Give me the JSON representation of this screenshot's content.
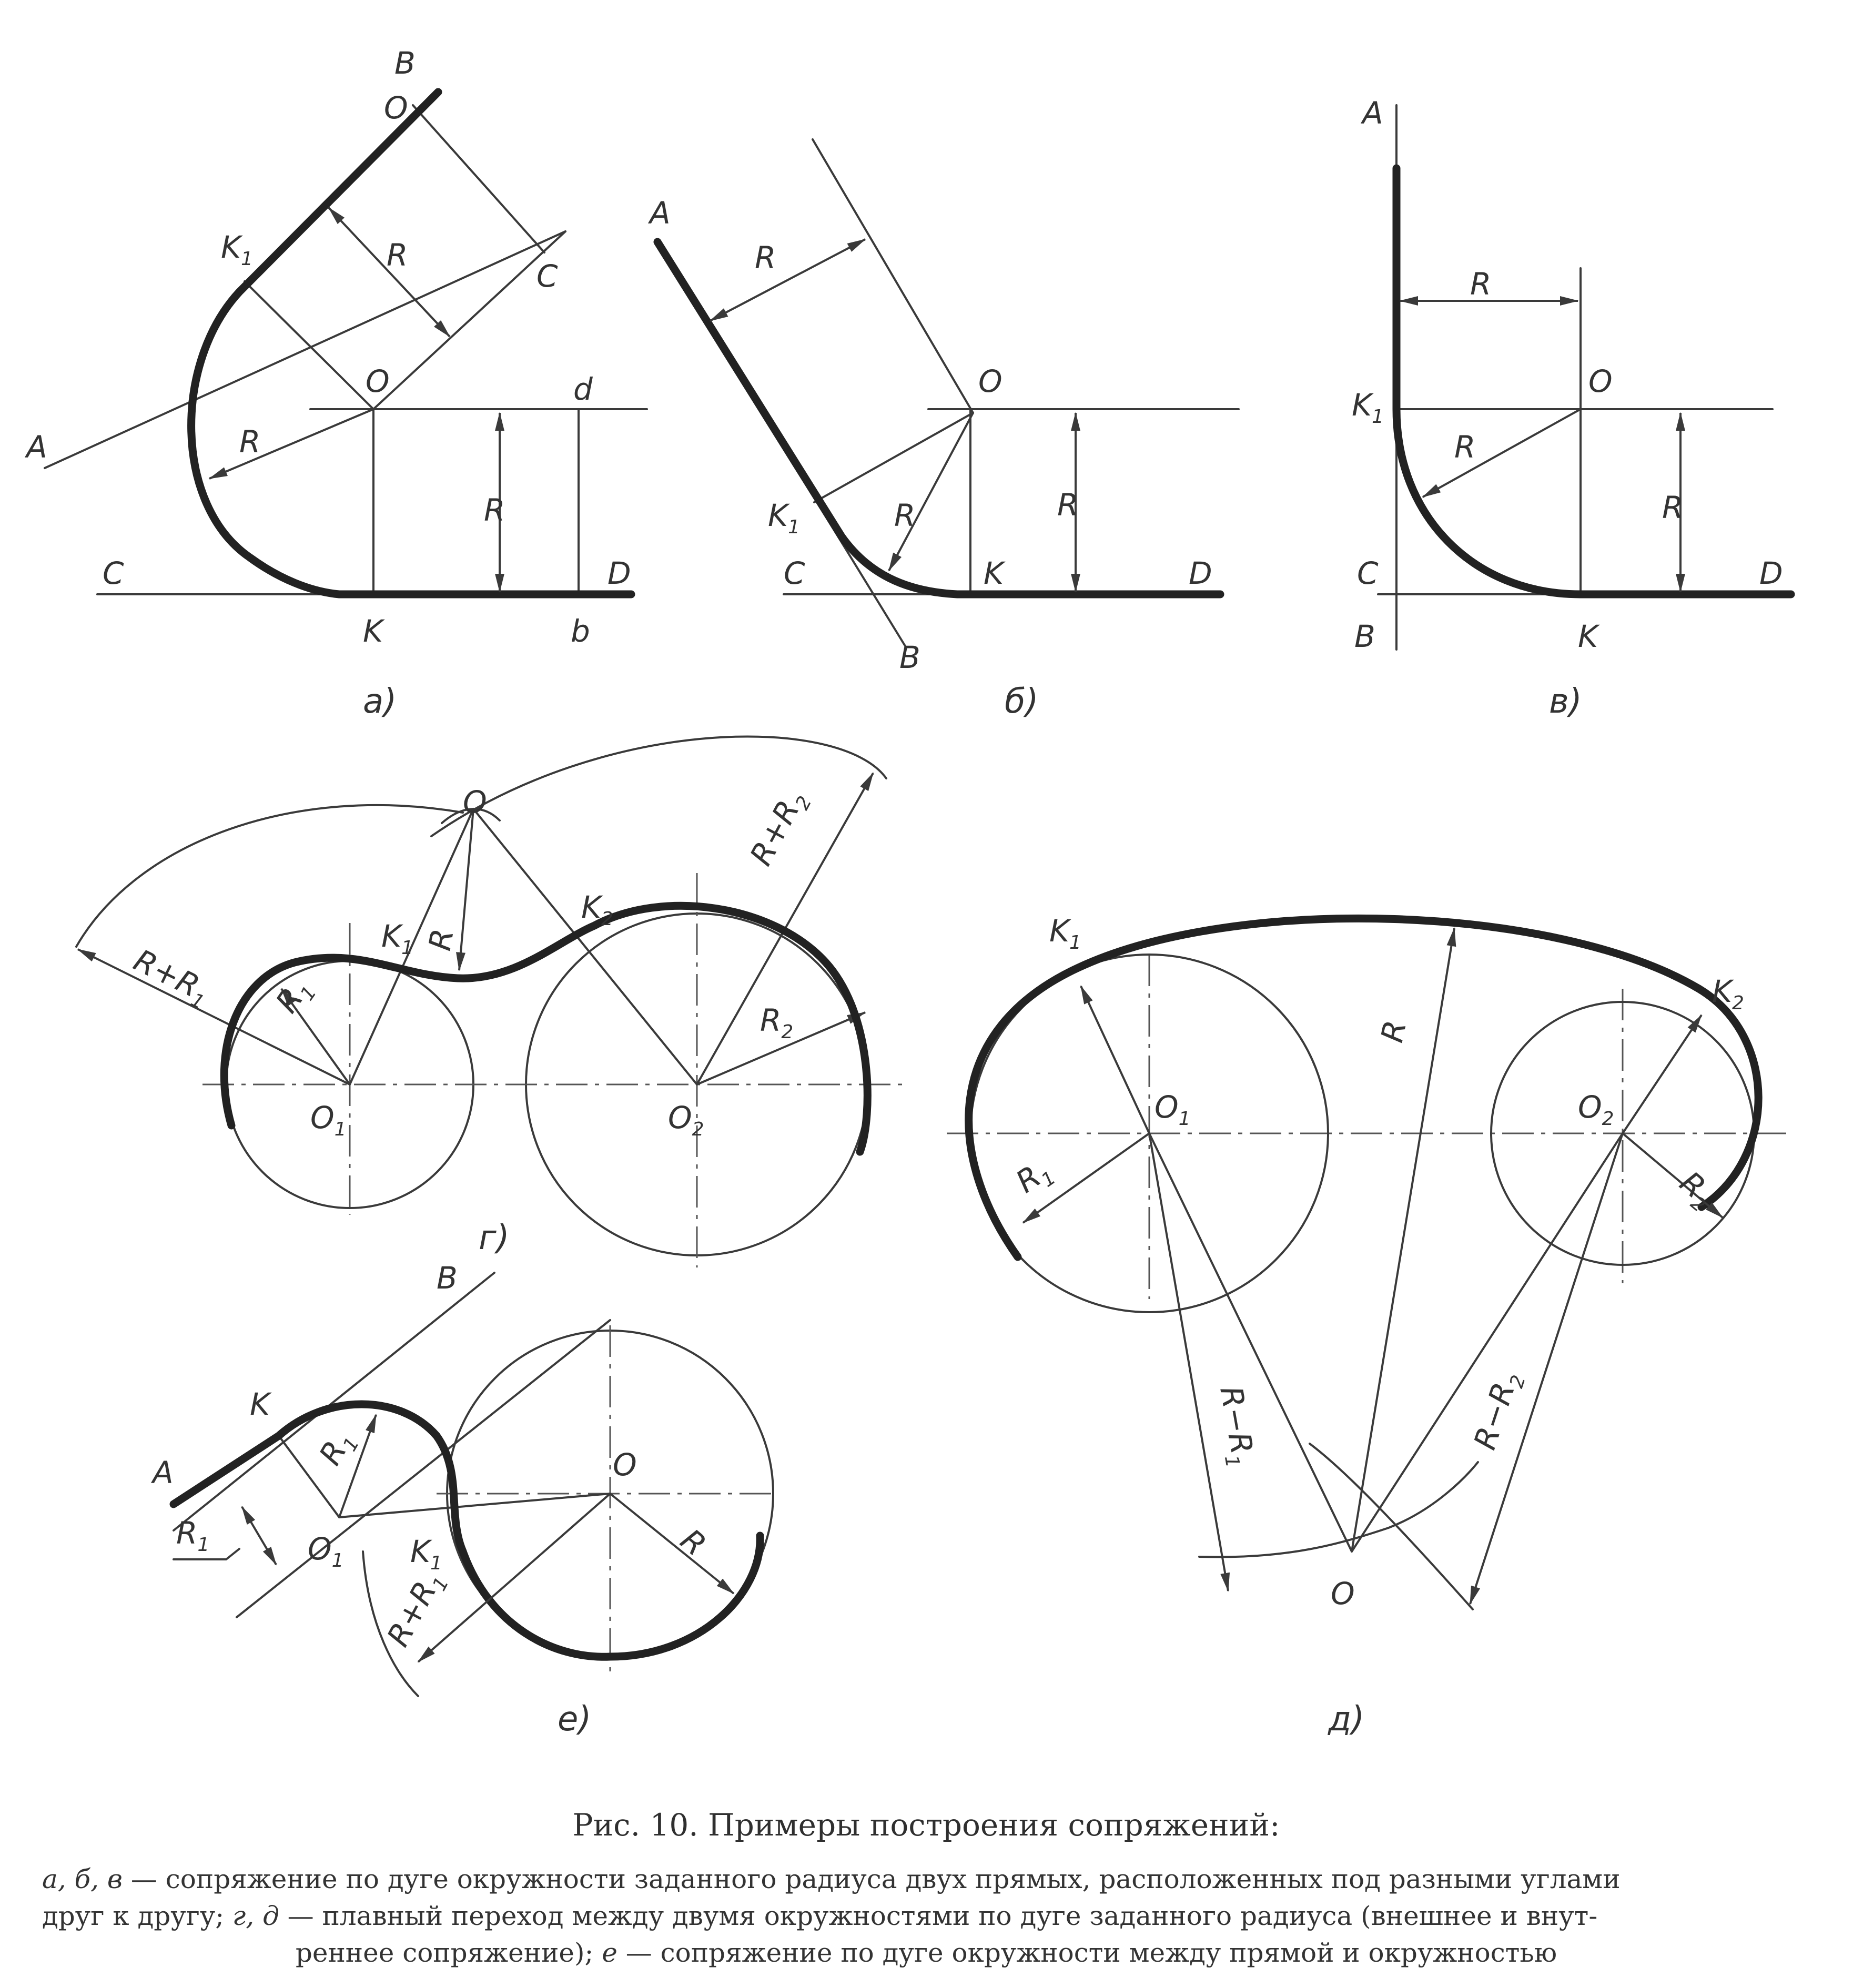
{
  "labels": {
    "A": "A",
    "B": "B",
    "C": "C",
    "D": "D",
    "O": "O",
    "K": "K",
    "K1": "K",
    "K2": "K",
    "R": "R",
    "d": "d",
    "b": "b",
    "c": "C",
    "R_plus_R1": "R+R",
    "R_plus_R2": "R+R",
    "R_minus_R1": "R−R",
    "R_minus_R2": "R−R",
    "R1": "R",
    "R2": "R",
    "O1": "O",
    "O2": "O",
    "sub1": "1",
    "sub2": "2"
  },
  "subfigures": {
    "a": "а)",
    "b": "б)",
    "v": "в)",
    "g": "г)",
    "d": "д)",
    "e": "е)"
  },
  "caption": {
    "title": "Рис. 10. Примеры построения сопряжений:",
    "line1_letters": "а, б, в",
    "line1_rest": " — сопряжение по дуге окружности заданного радиуса двух прямых, расположенных под разными углами",
    "line2_a": "друг к другу; ",
    "line2_letters": "г, д",
    "line2_rest": " — плавный переход между двумя окружностями по дуге заданного радиуса (внешнее и внут-",
    "line3_a": "реннее сопряжение); ",
    "line3_letter": "е",
    "line3_rest": " — сопряжение по дуге окружности между прямой и окружностью"
  }
}
